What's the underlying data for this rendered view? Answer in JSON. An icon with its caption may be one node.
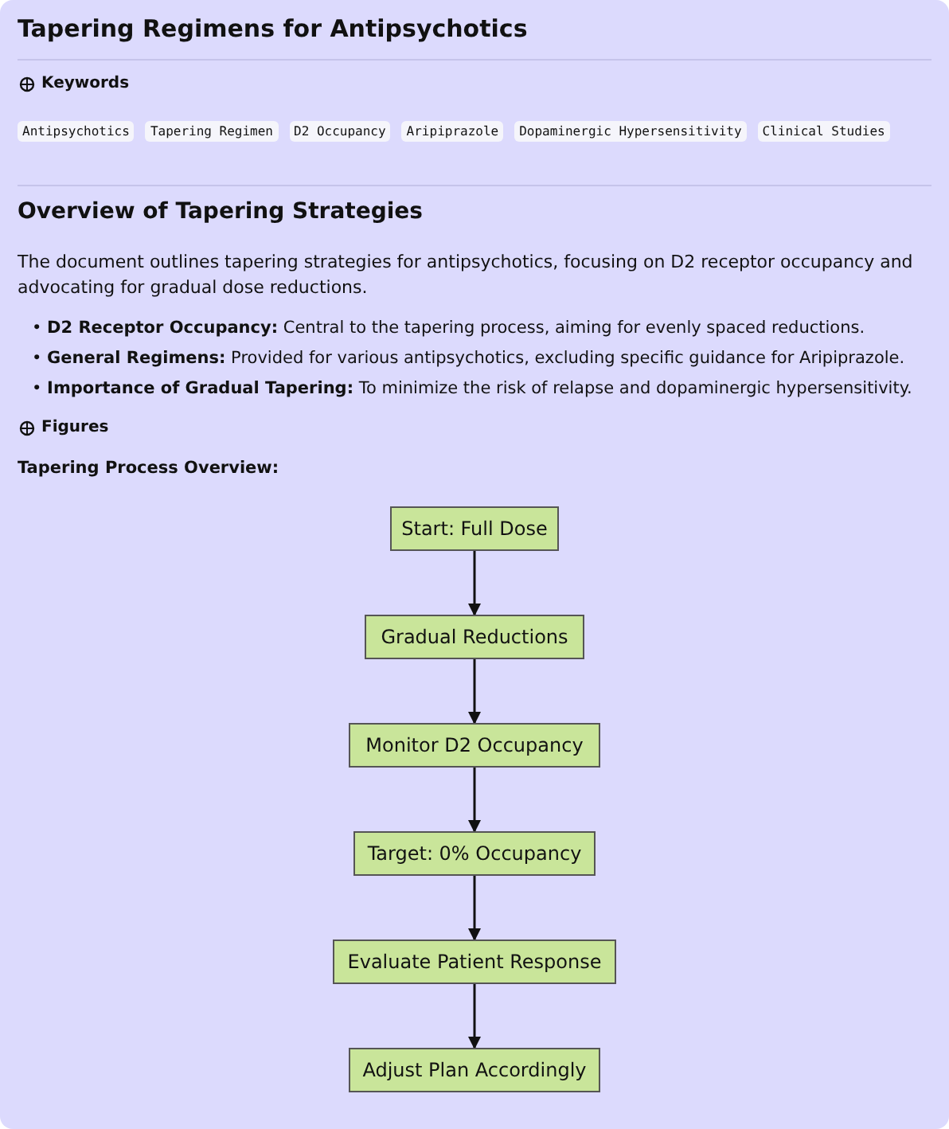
{
  "diagram": {
    "title": "Tapering Regimens for Antipsychotics",
    "nodes": [
      {
        "text": [
          "Start: Full Dose"
        ]
      },
      {
        "text": [
          "Gradual Reductions"
        ]
      },
      {
        "text": [
          "Monitor D2 Occupancy"
        ]
      },
      {
        "text": [
          "Target: 0% Occupancy"
        ]
      },
      {
        "text": [
          "Evaluate Patient Response"
        ]
      },
      {
        "text": [
          "Adjust Plan Accordingly"
        ]
      }
    ],
    "edges": [
      {
        "from": 0,
        "to": 1,
        "arrow": "to"
      },
      {
        "from": 1,
        "to": 2,
        "arrow": "to"
      },
      {
        "from": 2,
        "to": 3,
        "arrow": "to"
      },
      {
        "from": 3,
        "to": 4,
        "arrow": "to"
      },
      {
        "from": 4,
        "to": 5,
        "arrow": "to"
      }
    ],
    "labels": [
      "Keywords",
      "Antipsychotics",
      "Tapering Regimen",
      "D2 Occupancy",
      "Aripiprazole",
      "Dopaminergic Hypersensitivity",
      "Clinical Studies",
      "Overview of Tapering Strategies",
      "The document outlines tapering strategies for antipsychotics, focusing on D2 receptor occupancy and advocating for gradual dose reductions.",
      "• **D2 Receptor Occupancy:** Central to the tapering process, aiming for evenly spaced reductions.",
      "• **General Regimens:** Provided for various antipsychotics, excluding specific guidance for Aripiprazole.",
      "• **Importance of Gradual Tapering:** To minimize the risk of relapse and dopaminergic hypersensitivity.",
      "Figures",
      "Tapering Process Overview:"
    ]
  }
}
